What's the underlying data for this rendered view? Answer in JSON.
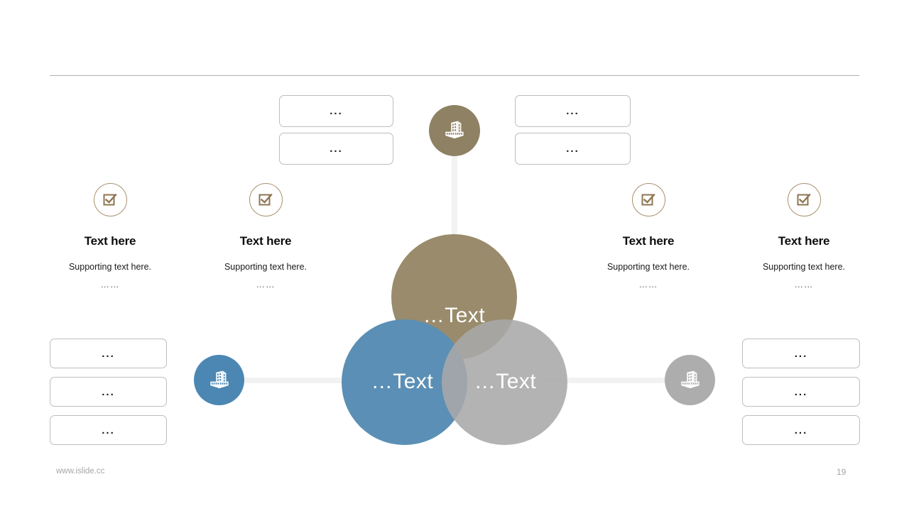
{
  "slide": {
    "footer_url": "www.islide.cc",
    "page_number": "19",
    "colors": {
      "brown": "#998b6b",
      "blue": "#5b8fb5",
      "gray": "#b5b5b5",
      "icon_ring": "#a9916d",
      "connector": "#f2f2f2",
      "divider": "#b0b0b0"
    }
  },
  "venn": {
    "top": {
      "label": "…Text",
      "icon": "building-icon"
    },
    "left": {
      "label": "…Text",
      "icon": "building-icon"
    },
    "right": {
      "label": "…Text",
      "icon": "building-icon"
    }
  },
  "boxes": {
    "top_left": [
      {
        "text": "..."
      },
      {
        "text": "..."
      }
    ],
    "top_right": [
      {
        "text": "..."
      },
      {
        "text": "..."
      }
    ],
    "bottom_left": [
      {
        "text": "..."
      },
      {
        "text": "..."
      },
      {
        "text": "..."
      }
    ],
    "bottom_right": [
      {
        "text": "..."
      },
      {
        "text": "..."
      },
      {
        "text": "..."
      }
    ]
  },
  "features": [
    {
      "icon": "checkbox-check-icon",
      "title": "Text here",
      "subtitle": "Supporting text here.",
      "dots": "……"
    },
    {
      "icon": "checkbox-check-icon",
      "title": "Text here",
      "subtitle": "Supporting text here.",
      "dots": "……"
    },
    {
      "icon": "checkbox-check-icon",
      "title": "Text here",
      "subtitle": "Supporting text here.",
      "dots": "……"
    },
    {
      "icon": "checkbox-check-icon",
      "title": "Text here",
      "subtitle": "Supporting text here.",
      "dots": "……"
    }
  ]
}
